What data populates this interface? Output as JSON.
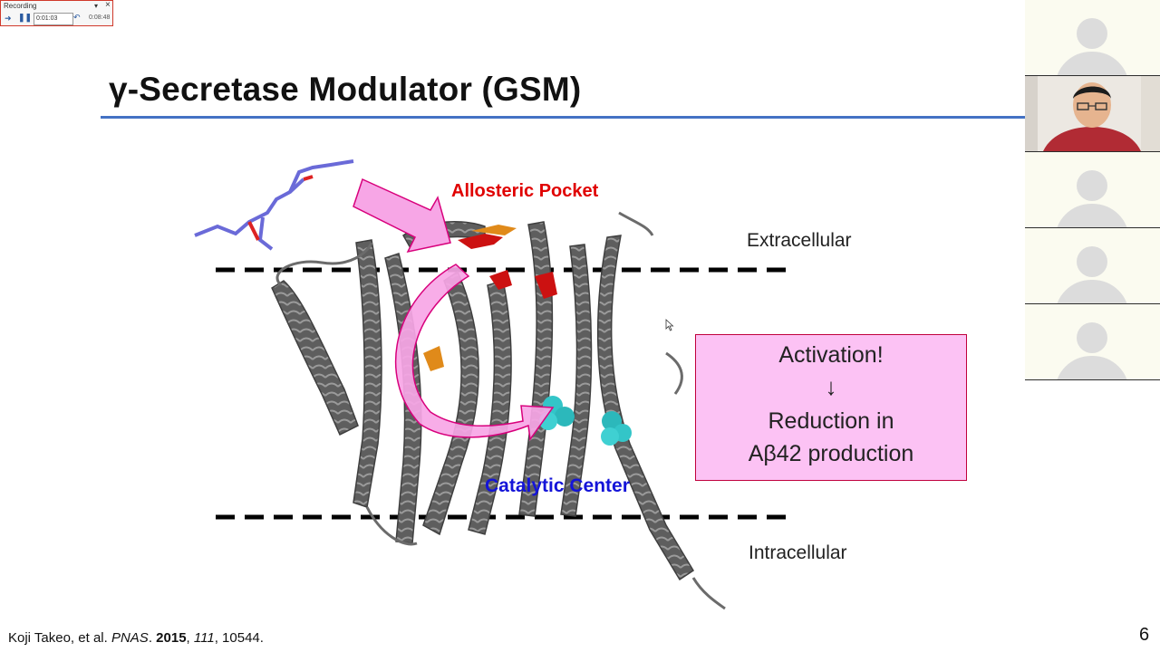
{
  "recorder": {
    "title": "Recording",
    "elapsed": "0:01:03",
    "total": "0:08:48",
    "icons": [
      "menu-icon",
      "close-icon",
      "play-icon",
      "pause-icon",
      "undo-icon"
    ]
  },
  "slide": {
    "title": "γ-Secretase Modulator (GSM)",
    "labels": {
      "allosteric": "Allosteric Pocket",
      "catalytic": "Catalytic Center",
      "extracellular": "Extracellular",
      "intracellular": "Intracellular"
    },
    "callout": {
      "line1": "Activation!",
      "arrow": "↓",
      "line2": "Reduction in",
      "line3": "Aβ42 production"
    },
    "citation": {
      "authors": "Koji Takeo, et al. ",
      "journal": "PNAS",
      "sep1": ". ",
      "year": "2015",
      "sep2": ", ",
      "volume": "111",
      "sep3": ", ",
      "pages": "10544."
    },
    "page_number": "6"
  },
  "colors": {
    "title_rule": "#4472c4",
    "allosteric": "#e00000",
    "catalytic": "#1414d8",
    "callout_fill": "#fcc2f4",
    "callout_border": "#c0003c",
    "helix": "#6b6b6b",
    "arrow_fill": "#f7a6e6"
  },
  "video_participants": [
    {
      "type": "placeholder"
    },
    {
      "type": "live"
    },
    {
      "type": "placeholder"
    },
    {
      "type": "placeholder"
    },
    {
      "type": "placeholder"
    }
  ]
}
